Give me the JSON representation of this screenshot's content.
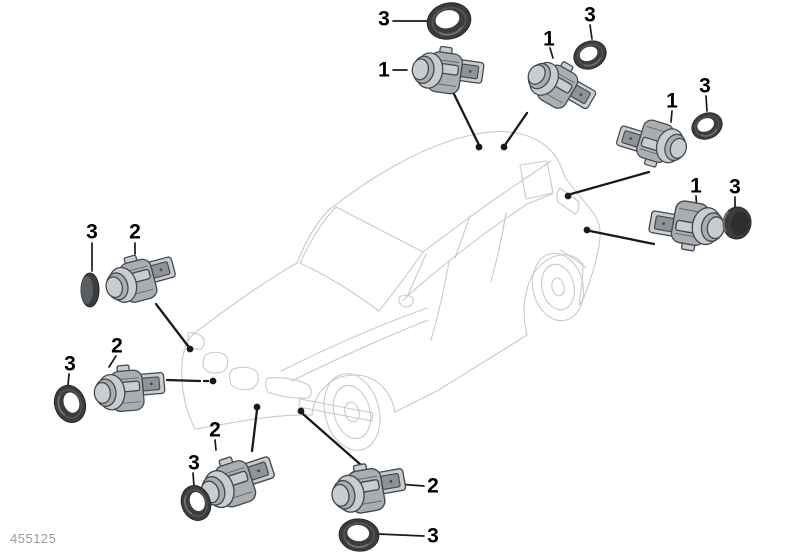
{
  "diagram": {
    "watermark": "455125",
    "callouts": {
      "seal_top_left": "3",
      "sensor_top_left": "1",
      "sensor_top_mid": "1",
      "seal_top_mid": "3",
      "seal_right_upper": "3",
      "sensor_right_upper": "1",
      "sensor_right_lower": "1",
      "seal_right_lower": "3",
      "seal_left_upper": "3",
      "sensor_left_upper": "2",
      "sensor_left_mid": "2",
      "seal_left_mid": "3",
      "sensor_bottom_left": "2",
      "seal_bottom_left": "3",
      "sensor_bottom_right": "2",
      "seal_bottom_right": "3"
    },
    "colors": {
      "background": "#ffffff",
      "car_outline": "#c9c9c9",
      "leader_line": "#1a1a1a",
      "callout_text": "#000000",
      "sensor_body": "#a9aeb3",
      "sensor_highlight": "#c9ccd0",
      "seal_ring": "#3a3c3e",
      "watermark_text": "#9a9a9a"
    }
  }
}
